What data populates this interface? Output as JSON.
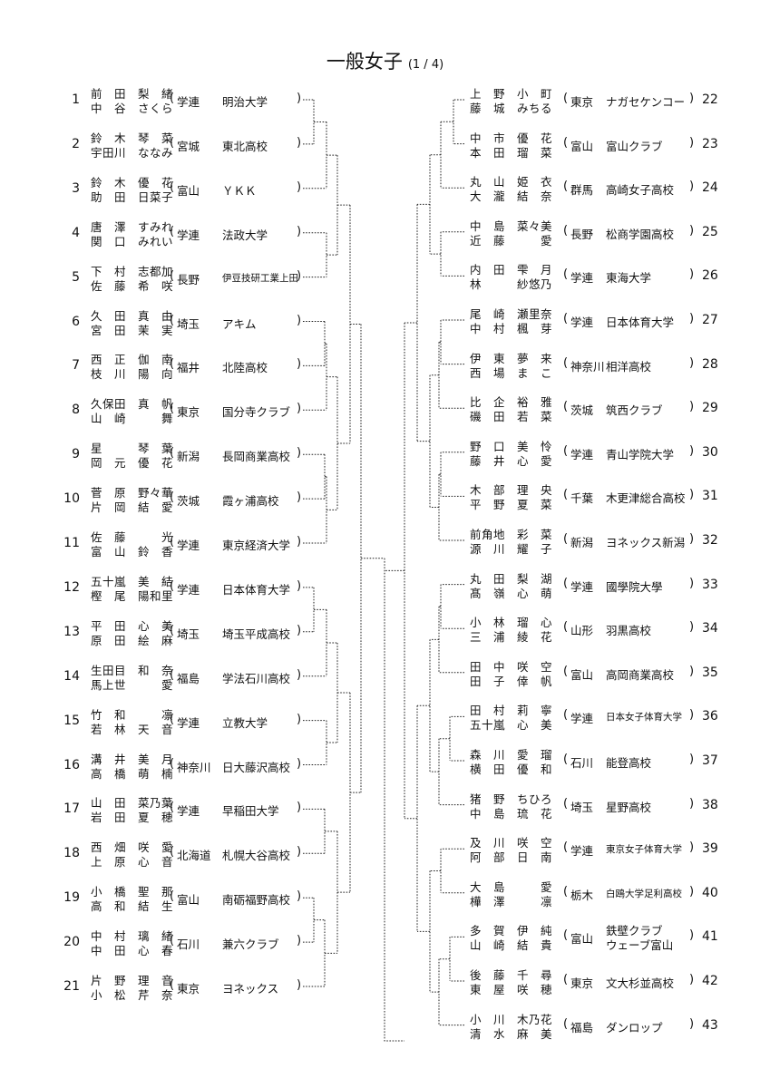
{
  "title": "一般女子",
  "subtitle": "(1 / 4)",
  "left_entries": [
    {
      "num": "1",
      "p1": "前　田　梨　緒",
      "p2": "中　谷　さくら",
      "pref": "学連",
      "aff": "明治大学"
    },
    {
      "num": "2",
      "p1": "鈴　木　琴　菜",
      "p2": "宇田川　ななみ",
      "pref": "宮城",
      "aff": "東北高校"
    },
    {
      "num": "3",
      "p1": "鈴　木　優　花",
      "p2": "助　田　日菜子",
      "pref": "富山",
      "aff": "ＹＫＫ"
    },
    {
      "num": "4",
      "p1": "唐　澤　すみれ",
      "p2": "関　口　みれい",
      "pref": "学連",
      "aff": "法政大学"
    },
    {
      "num": "5",
      "p1": "下　村　志都加",
      "p2": "佐　藤　希　咲",
      "pref": "長野",
      "aff": "伊豆技研工業上田"
    },
    {
      "num": "6",
      "p1": "久　田　真　由",
      "p2": "宮　田　茉　実",
      "pref": "埼玉",
      "aff": "アキム"
    },
    {
      "num": "7",
      "p1": "西　正　伽　南",
      "p2": "枝　川　陽　向",
      "pref": "福井",
      "aff": "北陸高校"
    },
    {
      "num": "8",
      "p1": "久保田　真　帆",
      "p2": "山　崎　　　舞",
      "pref": "東京",
      "aff": "国分寺クラブ"
    },
    {
      "num": "9",
      "p1": "星　　　琴　葉",
      "p2": "岡　元　優　花",
      "pref": "新潟",
      "aff": "長岡商業高校"
    },
    {
      "num": "10",
      "p1": "菅　原　野々華",
      "p2": "片　岡　結　愛",
      "pref": "茨城",
      "aff": "霞ヶ浦高校"
    },
    {
      "num": "11",
      "p1": "佐　藤　　　光",
      "p2": "富　山　鈴　香",
      "pref": "学連",
      "aff": "東京経済大学"
    },
    {
      "num": "12",
      "p1": "五十嵐　美　結",
      "p2": "樫　尾　陽和里",
      "pref": "学連",
      "aff": "日本体育大学"
    },
    {
      "num": "13",
      "p1": "平　田　心　美",
      "p2": "原　田　絵　麻",
      "pref": "埼玉",
      "aff": "埼玉平成高校"
    },
    {
      "num": "14",
      "p1": "生田目　和　奈",
      "p2": "馬上世　　　愛",
      "pref": "福島",
      "aff": "学法石川高校"
    },
    {
      "num": "15",
      "p1": "竹　和　　　凛",
      "p2": "若　林　天　音",
      "pref": "学連",
      "aff": "立教大学"
    },
    {
      "num": "16",
      "p1": "溝　井　美　月",
      "p2": "高　橋　萌　楠",
      "pref": "神奈川",
      "aff": "日大藤沢高校"
    },
    {
      "num": "17",
      "p1": "山　田　菜乃葉",
      "p2": "岩　田　夏　穂",
      "pref": "学連",
      "aff": "早稲田大学"
    },
    {
      "num": "18",
      "p1": "西　畑　咲　愛",
      "p2": "上　原　心　音",
      "pref": "北海道",
      "aff": "札幌大谷高校"
    },
    {
      "num": "19",
      "p1": "小　橋　聖　那",
      "p2": "高　和　結　生",
      "pref": "富山",
      "aff": "南砺福野高校"
    },
    {
      "num": "20",
      "p1": "中　村　璃　緒",
      "p2": "中　田　心　春",
      "pref": "石川",
      "aff": "兼六クラブ"
    },
    {
      "num": "21",
      "p1": "片　野　理　音",
      "p2": "小　松　芹　奈",
      "pref": "東京",
      "aff": "ヨネックス"
    }
  ],
  "right_entries": [
    {
      "num": "22",
      "p1": "上　野　小　町",
      "p2": "藤　城　みちる",
      "pref": "東京",
      "aff": "ナガセケンコー"
    },
    {
      "num": "23",
      "p1": "中　市　優　花",
      "p2": "本　田　瑠　菜",
      "pref": "富山",
      "aff": "富山クラブ"
    },
    {
      "num": "24",
      "p1": "丸　山　姫　衣",
      "p2": "大　瀧　結　奈",
      "pref": "群馬",
      "aff": "高崎女子高校"
    },
    {
      "num": "25",
      "p1": "中　島　菜々美",
      "p2": "近　藤　　　愛",
      "pref": "長野",
      "aff": "松商学園高校"
    },
    {
      "num": "26",
      "p1": "内　田　雫　月",
      "p2": "林　　　紗悠乃",
      "pref": "学連",
      "aff": "東海大学"
    },
    {
      "num": "27",
      "p1": "尾　崎　瀬里奈",
      "p2": "中　村　楓　芽",
      "pref": "学連",
      "aff": "日本体育大学"
    },
    {
      "num": "28",
      "p1": "伊　東　夢　来",
      "p2": "西　場　ま　こ",
      "pref": "神奈川",
      "aff": "相洋高校"
    },
    {
      "num": "29",
      "p1": "比　企　裕　雅",
      "p2": "磯　田　若　菜",
      "pref": "茨城",
      "aff": "筑西クラブ"
    },
    {
      "num": "30",
      "p1": "野　口　美　怜",
      "p2": "藤　井　心　愛",
      "pref": "学連",
      "aff": "青山学院大学"
    },
    {
      "num": "31",
      "p1": "木　部　理　央",
      "p2": "平　野　夏　菜",
      "pref": "千葉",
      "aff": "木更津総合高校"
    },
    {
      "num": "32",
      "p1": "前角地　彩　菜",
      "p2": "源　川　耀　子",
      "pref": "新潟",
      "aff": "ヨネックス新潟"
    },
    {
      "num": "33",
      "p1": "丸　田　梨　湖",
      "p2": "髙　嶺　心　萌",
      "pref": "学連",
      "aff": "國學院大學"
    },
    {
      "num": "34",
      "p1": "小　林　瑠　心",
      "p2": "三　浦　綾　花",
      "pref": "山形",
      "aff": "羽黒高校"
    },
    {
      "num": "35",
      "p1": "田　中　咲　空",
      "p2": "田　子　倖　帆",
      "pref": "富山",
      "aff": "高岡商業高校"
    },
    {
      "num": "36",
      "p1": "田　村　莉　寧",
      "p2": "五十嵐　心　美",
      "pref": "学連",
      "aff": "日本女子体育大学"
    },
    {
      "num": "37",
      "p1": "森　川　愛　瑠",
      "p2": "横　田　優　和",
      "pref": "石川",
      "aff": "能登高校"
    },
    {
      "num": "38",
      "p1": "猪　野　ちひろ",
      "p2": "中　島　琉　花",
      "pref": "埼玉",
      "aff": "星野高校"
    },
    {
      "num": "39",
      "p1": "及　川　咲　空",
      "p2": "阿　部　日　南",
      "pref": "学連",
      "aff": "東京女子体育大学"
    },
    {
      "num": "40",
      "p1": "大　島　　　愛",
      "p2": "樺　澤　　　凛",
      "pref": "栃木",
      "aff": "白鴎大学足利高校"
    },
    {
      "num": "41",
      "p1": "多　賀　伊　純",
      "p2": "山　崎　結　貴",
      "pref": "富山",
      "aff": "鉄壁クラブ",
      "aff2": "ウェーブ富山"
    },
    {
      "num": "42",
      "p1": "後　藤　千　尋",
      "p2": "東　屋　咲　穂",
      "pref": "東京",
      "aff": "文大杉並高校"
    },
    {
      "num": "43",
      "p1": "小　川　木乃花",
      "p2": "清　水　麻　美",
      "pref": "福島",
      "aff": "ダンロップ"
    }
  ],
  "paren_open": "(",
  "paren_close": ")"
}
